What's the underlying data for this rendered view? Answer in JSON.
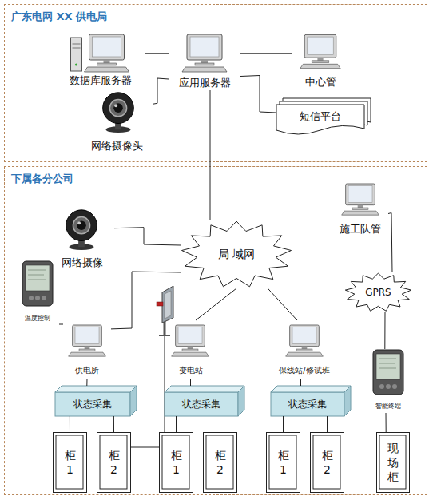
{
  "diagram": {
    "nodes": [
      {
        "text": [
          "广东电网 XX 供电局"
        ]
      },
      {
        "text": [
          "数据库服务器"
        ],
        "in": 0
      },
      {
        "text": [
          "应用服务器"
        ],
        "in": 0
      },
      {
        "text": [
          "中心管"
        ],
        "in": 0
      },
      {
        "text": [
          "网络摄像头"
        ],
        "in": 0
      },
      {
        "text": [
          "短信平台"
        ],
        "in": 0
      },
      {
        "text": [
          "下属各分公司"
        ]
      },
      {
        "text": [
          "网络摄像"
        ],
        "in": 6
      },
      {
        "text": [
          "温度控制"
        ],
        "in": 6
      },
      {
        "text": [
          "局 域网"
        ],
        "in": 6
      },
      {
        "text": [
          "施工队管"
        ],
        "in": 6
      },
      {
        "text": [
          "GPRS"
        ],
        "in": 6
      },
      {
        "text": [
          "供电所"
        ],
        "in": 6
      },
      {
        "text": [
          "变电站"
        ],
        "in": 6
      },
      {
        "text": [
          "保线站/修试班"
        ],
        "in": 6
      },
      {
        "text": [
          "智能终端"
        ],
        "in": 6
      },
      {
        "text": [
          "状态采集"
        ],
        "in": 6
      },
      {
        "text": [
          "状态采集"
        ],
        "in": 6
      },
      {
        "text": [
          "状态采集"
        ],
        "in": 6
      },
      {
        "text": [
          "柜 1"
        ],
        "in": 6
      },
      {
        "text": [
          "柜 2"
        ],
        "in": 6
      },
      {
        "text": [
          "柜 1"
        ],
        "in": 6
      },
      {
        "text": [
          "柜 2"
        ],
        "in": 6
      },
      {
        "text": [
          "柜 1"
        ],
        "in": 6
      },
      {
        "text": [
          "柜 2"
        ],
        "in": 6
      },
      {
        "text": [
          "现 场 柜"
        ],
        "in": 6
      }
    ],
    "edges": [
      {
        "from": 1,
        "to": 2,
        "arrow": "none"
      },
      {
        "from": 2,
        "to": 3,
        "arrow": "none"
      },
      {
        "from": 4,
        "to": 2,
        "arrow": "none"
      },
      {
        "from": 2,
        "to": 5,
        "arrow": "none"
      },
      {
        "from": 2,
        "to": 9,
        "arrow": "none"
      },
      {
        "from": 7,
        "to": 9,
        "arrow": "none"
      },
      {
        "from": 8,
        "to": 12,
        "arrow": "none"
      },
      {
        "from": 12,
        "to": 9,
        "arrow": "none"
      },
      {
        "from": 13,
        "to": 9,
        "arrow": "none"
      },
      {
        "from": 14,
        "to": 9,
        "arrow": "none"
      },
      {
        "from": 10,
        "to": 11,
        "arrow": "none"
      },
      {
        "from": 11,
        "to": 15,
        "arrow": "none"
      },
      {
        "from": 15,
        "to": 25,
        "arrow": "none"
      },
      {
        "from": 12,
        "to": 16,
        "arrow": "none"
      },
      {
        "from": 13,
        "to": 17,
        "arrow": "none"
      },
      {
        "from": 14,
        "to": 18,
        "arrow": "none"
      },
      {
        "from": 16,
        "to": 19,
        "arrow": "none"
      },
      {
        "from": 16,
        "to": 20,
        "arrow": "none"
      },
      {
        "from": 17,
        "to": 21,
        "arrow": "none"
      },
      {
        "from": 17,
        "to": 22,
        "arrow": "none"
      },
      {
        "from": 18,
        "to": 23,
        "arrow": "none"
      },
      {
        "from": 18,
        "to": 24,
        "arrow": "none"
      }
    ]
  }
}
